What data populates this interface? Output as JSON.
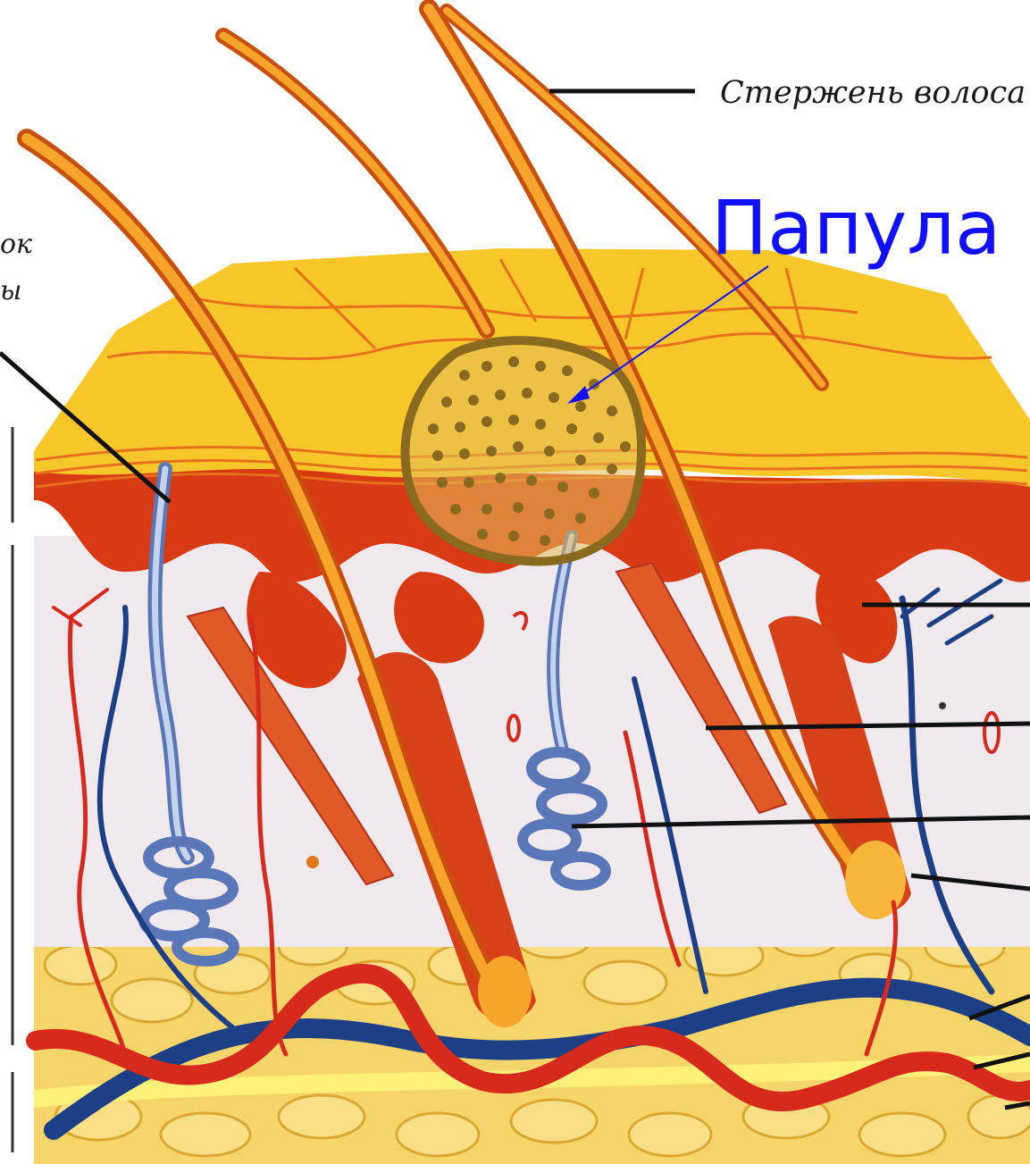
{
  "labels": {
    "hair_shaft": "Стержень волоса",
    "papule": "Папула",
    "left_fragment_1": "ок",
    "left_fragment_2": "ы"
  },
  "colors": {
    "epidermis": "#f7c72a",
    "stratum_lines": "#e8701a",
    "dermis_band": "#d83a14",
    "dermis": "#efe9ee",
    "hair": "#f08a14",
    "follicle": "#d8401a",
    "artery": "#d62a1c",
    "vein": "#1d3f86",
    "sweat_gland": "#8fa8d8",
    "fat": "#f5cc5a",
    "papule_outline": "#8a6a1e",
    "papule_label": "#1010ff"
  }
}
